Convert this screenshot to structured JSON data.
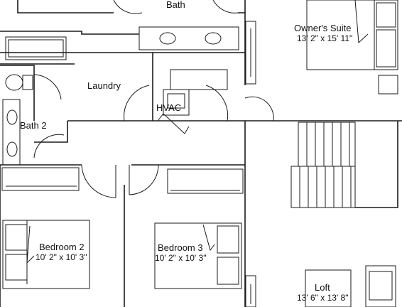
{
  "rooms": {
    "bath": {
      "name": "Bath"
    },
    "owners_suite": {
      "name": "Owner's Suite",
      "dimensions": "13' 2\" x 15' 11\""
    },
    "laundry": {
      "name": "Laundry"
    },
    "hvac": {
      "name": "HVAC"
    },
    "bath2": {
      "name": "Bath 2"
    },
    "bedroom2": {
      "name": "Bedroom 2",
      "dimensions": "10' 2\" x 10' 3\""
    },
    "bedroom3": {
      "name": "Bedroom 3",
      "dimensions": "10' 2\" x 10' 3\""
    },
    "loft": {
      "name": "Loft",
      "dimensions": "13' 6\" x 13' 8\""
    }
  },
  "colors": {
    "line": "#1a1a1a",
    "background": "#ffffff",
    "text": "#111111"
  }
}
